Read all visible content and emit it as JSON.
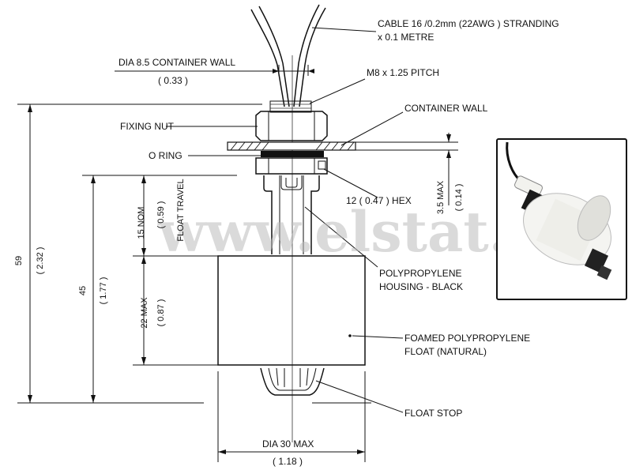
{
  "watermark": "www.elstat.pl",
  "labels": {
    "cable_line1": "CABLE 16 /0.2mm (22AWG ) STRANDING",
    "cable_line2": "x 0.1 METRE",
    "dia_container_wall": "DIA 8.5 CONTAINER WALL",
    "dia_container_wall_in": "( 0.33 )",
    "m8_pitch": "M8 x 1.25 PITCH",
    "container_wall": "CONTAINER WALL",
    "fixing_nut": "FIXING NUT",
    "o_ring": "O RING",
    "hex": "12 ( 0.47 ) HEX",
    "housing_line1": "POLYPROPYLENE",
    "housing_line2": "HOUSING - BLACK",
    "float_line1": "FOAMED POLYPROPYLENE",
    "float_line2": "FLOAT (NATURAL)",
    "float_stop": "FLOAT STOP",
    "dia30": "DIA 30 MAX",
    "dia30_in": "( 1.18 )"
  },
  "dimensions": {
    "d59": "59",
    "d59_in": "( 2.32 )",
    "d45": "45",
    "d45_in": "( 1.77 )",
    "d15": "15 NOM",
    "d15_in": "( 0.59 )",
    "float_travel": "FLOAT TRAVEL",
    "d22": "22 MAX",
    "d22_in": "( 0.87 )",
    "d35": "3.5 MAX",
    "d35_in": "( 0.14 )"
  },
  "photo": {
    "description_icon": "float-switch-photo"
  }
}
